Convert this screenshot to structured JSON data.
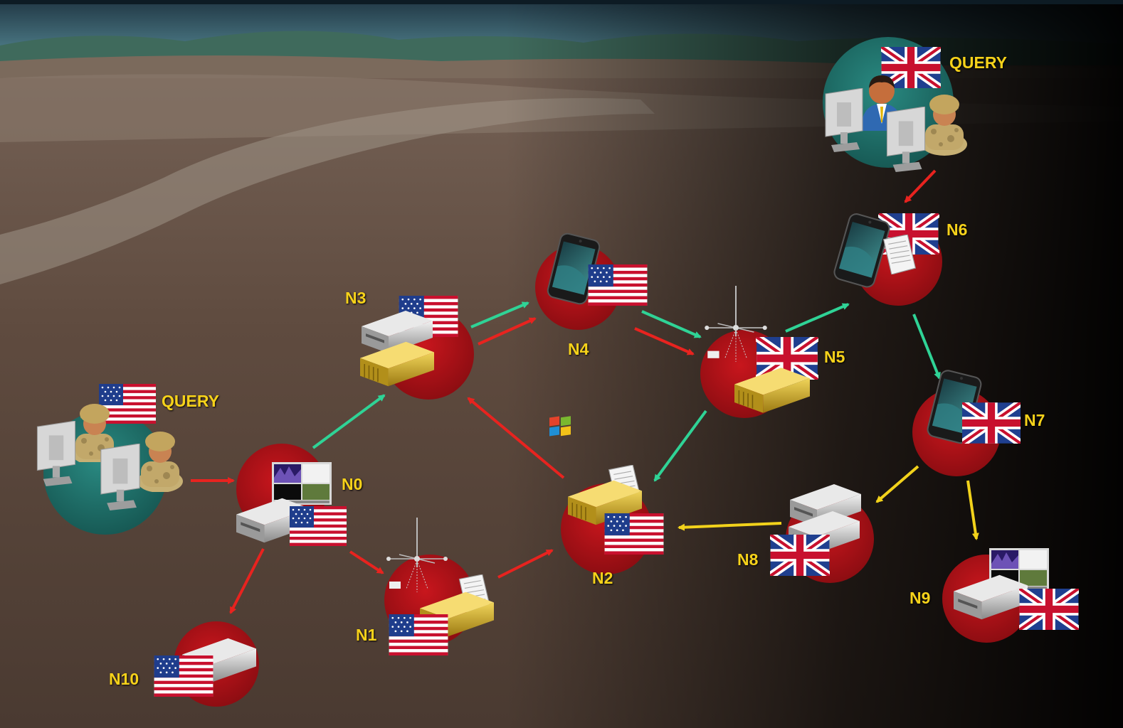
{
  "diagram": {
    "query_labels": {
      "us": "QUERY",
      "uk": "QUERY"
    },
    "nodes": [
      {
        "id": "N0",
        "label": "N0",
        "flag": "us",
        "device": "media-server"
      },
      {
        "id": "N1",
        "label": "N1",
        "flag": "us",
        "device": "sensor-server"
      },
      {
        "id": "N2",
        "label": "N2",
        "flag": "us",
        "device": "windows-server"
      },
      {
        "id": "N3",
        "label": "N3",
        "flag": "us",
        "device": "server-stack"
      },
      {
        "id": "N4",
        "label": "N4",
        "flag": "us",
        "device": "smartphone"
      },
      {
        "id": "N5",
        "label": "N5",
        "flag": "uk",
        "device": "sensor-server"
      },
      {
        "id": "N6",
        "label": "N6",
        "flag": "uk",
        "device": "smartphone"
      },
      {
        "id": "N7",
        "label": "N7",
        "flag": "uk",
        "device": "smartphone"
      },
      {
        "id": "N8",
        "label": "N8",
        "flag": "uk",
        "device": "server-stack"
      },
      {
        "id": "N9",
        "label": "N9",
        "flag": "uk",
        "device": "media-server"
      },
      {
        "id": "N10",
        "label": "N10",
        "flag": "us",
        "device": "server"
      }
    ],
    "edges": [
      {
        "from": "QUERY-US",
        "to": "N0",
        "color": "red"
      },
      {
        "from": "N0",
        "to": "N10",
        "color": "red"
      },
      {
        "from": "N0",
        "to": "N1",
        "color": "red"
      },
      {
        "from": "N1",
        "to": "N2",
        "color": "red"
      },
      {
        "from": "N2",
        "to": "N3",
        "color": "red"
      },
      {
        "from": "N3",
        "to": "N4",
        "color": "red"
      },
      {
        "from": "N4",
        "to": "N5",
        "color": "red"
      },
      {
        "from": "N0",
        "to": "N3",
        "color": "green"
      },
      {
        "from": "N3",
        "to": "N4",
        "color": "green"
      },
      {
        "from": "N4",
        "to": "N5",
        "color": "green"
      },
      {
        "from": "N5",
        "to": "N6",
        "color": "green"
      },
      {
        "from": "N5",
        "to": "N2",
        "color": "green"
      },
      {
        "from": "N6",
        "to": "N7",
        "color": "green"
      },
      {
        "from": "QUERY-UK",
        "to": "N6",
        "color": "red"
      },
      {
        "from": "N7",
        "to": "N8",
        "color": "yellow"
      },
      {
        "from": "N7",
        "to": "N9",
        "color": "yellow"
      },
      {
        "from": "N8",
        "to": "N2",
        "color": "yellow"
      }
    ],
    "colors": {
      "red": "#e8231f",
      "green": "#2fd396",
      "yellow": "#f2d21b",
      "label": "#f6d21a",
      "node_circle": "#b3121a",
      "query_circle": "#1f6f6a"
    }
  }
}
